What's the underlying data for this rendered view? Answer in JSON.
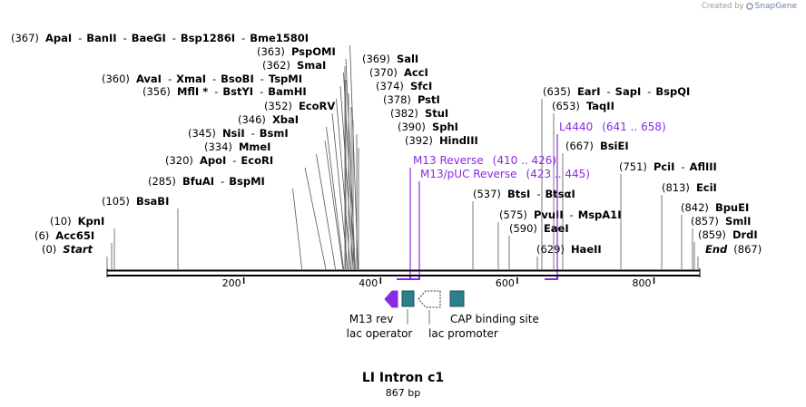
{
  "credit": {
    "prefix": "Created by",
    "brand": "SnapGene"
  },
  "title": "LI Intron c1",
  "subtitle": "867 bp",
  "ruler": {
    "length": 867,
    "ticks": [
      "200",
      "400",
      "600",
      "800"
    ]
  },
  "sites": [
    {
      "pos": "(367)",
      "names": [
        "ApaI",
        "BanII",
        "BaeGI",
        "Bsp1286I",
        "Bme1580I"
      ],
      "style": "bold"
    },
    {
      "pos": "(363)",
      "names": [
        "PspOMI"
      ],
      "style": "bold"
    },
    {
      "pos": "(362)",
      "names": [
        "SmaI"
      ],
      "style": "bold"
    },
    {
      "pos": "(360)",
      "names": [
        "AvaI",
        "XmaI",
        "BsoBI",
        "TspMI"
      ],
      "style": "bold"
    },
    {
      "pos": "(356)",
      "names": [
        "MflI *",
        "BstYI",
        "BamHI"
      ],
      "style": "bold"
    },
    {
      "pos": "(352)",
      "names": [
        "EcoRV"
      ],
      "style": "bold"
    },
    {
      "pos": "(346)",
      "names": [
        "XbaI"
      ],
      "style": "bold"
    },
    {
      "pos": "(345)",
      "names": [
        "NsiI",
        "BsmI"
      ],
      "style": "bold"
    },
    {
      "pos": "(334)",
      "names": [
        "MmeI"
      ],
      "style": "bold"
    },
    {
      "pos": "(320)",
      "names": [
        "ApoI",
        "EcoRI"
      ],
      "style": "bold"
    },
    {
      "pos": "(285)",
      "names": [
        "BfuAI",
        "BspMI"
      ],
      "style": "bold"
    },
    {
      "pos": "(105)",
      "names": [
        "BsaBI"
      ],
      "style": "bold"
    },
    {
      "pos": "(10)",
      "names": [
        "KpnI"
      ],
      "style": "bold"
    },
    {
      "pos": "(6)",
      "names": [
        "Acc65I"
      ],
      "style": "bold"
    },
    {
      "pos": "(0)",
      "names": [
        "Start"
      ],
      "style": "italic"
    },
    {
      "pos": "(369)",
      "names": [
        "SalI"
      ],
      "style": "bold"
    },
    {
      "pos": "(370)",
      "names": [
        "AccI"
      ],
      "style": "bold"
    },
    {
      "pos": "(374)",
      "names": [
        "SfcI"
      ],
      "style": "bold"
    },
    {
      "pos": "(378)",
      "names": [
        "PstI"
      ],
      "style": "bold"
    },
    {
      "pos": "(382)",
      "names": [
        "StuI"
      ],
      "style": "bold"
    },
    {
      "pos": "(390)",
      "names": [
        "SphI"
      ],
      "style": "bold"
    },
    {
      "pos": "(392)",
      "names": [
        "HindIII"
      ],
      "style": "bold"
    },
    {
      "pos": "(537)",
      "names": [
        "BtsI",
        "BtsαI"
      ],
      "style": "bold"
    },
    {
      "pos": "(575)",
      "names": [
        "PvuII",
        "MspA1I"
      ],
      "style": "bold"
    },
    {
      "pos": "(590)",
      "names": [
        "EaeI"
      ],
      "style": "bold"
    },
    {
      "pos": "(629)",
      "names": [
        "HaeII"
      ],
      "style": "bold"
    },
    {
      "pos": "(635)",
      "names": [
        "EarI",
        "SapI",
        "BspQI"
      ],
      "style": "bold"
    },
    {
      "pos": "(653)",
      "names": [
        "TaqII"
      ],
      "style": "bold"
    },
    {
      "pos": "(667)",
      "names": [
        "BsiEI"
      ],
      "style": "bold"
    },
    {
      "pos": "(751)",
      "names": [
        "PciI",
        "AflIII"
      ],
      "style": "bold"
    },
    {
      "pos": "(813)",
      "names": [
        "EciI"
      ],
      "style": "bold"
    },
    {
      "pos": "(842)",
      "names": [
        "BpuEI"
      ],
      "style": "bold"
    },
    {
      "pos": "(857)",
      "names": [
        "SmlI"
      ],
      "style": "bold"
    },
    {
      "pos": "(859)",
      "names": [
        "DrdI"
      ],
      "style": "bold"
    },
    {
      "pos": "(867)",
      "names": [
        "End"
      ],
      "style": "italic"
    }
  ],
  "primers": [
    {
      "name": "M13 Reverse",
      "range": "(410 .. 426)"
    },
    {
      "name": "M13/pUC Reverse",
      "range": "(423 .. 445)"
    },
    {
      "name": "L4440",
      "range": "(641 .. 658)"
    }
  ],
  "features": [
    {
      "name": "M13 rev",
      "color": "#8a2be2",
      "kind": "arrow"
    },
    {
      "name": "lac operator",
      "color": "#2e7f8c",
      "kind": "box"
    },
    {
      "name": "lac promoter",
      "color": "#ffffff",
      "kind": "arrow"
    },
    {
      "name": "CAP binding site",
      "color": "#2e7f8c",
      "kind": "box"
    }
  ],
  "colors": {
    "primer": "#8a2be2",
    "feature": "#2e7f8c",
    "backbone": "#000000",
    "leader": "#555555"
  }
}
